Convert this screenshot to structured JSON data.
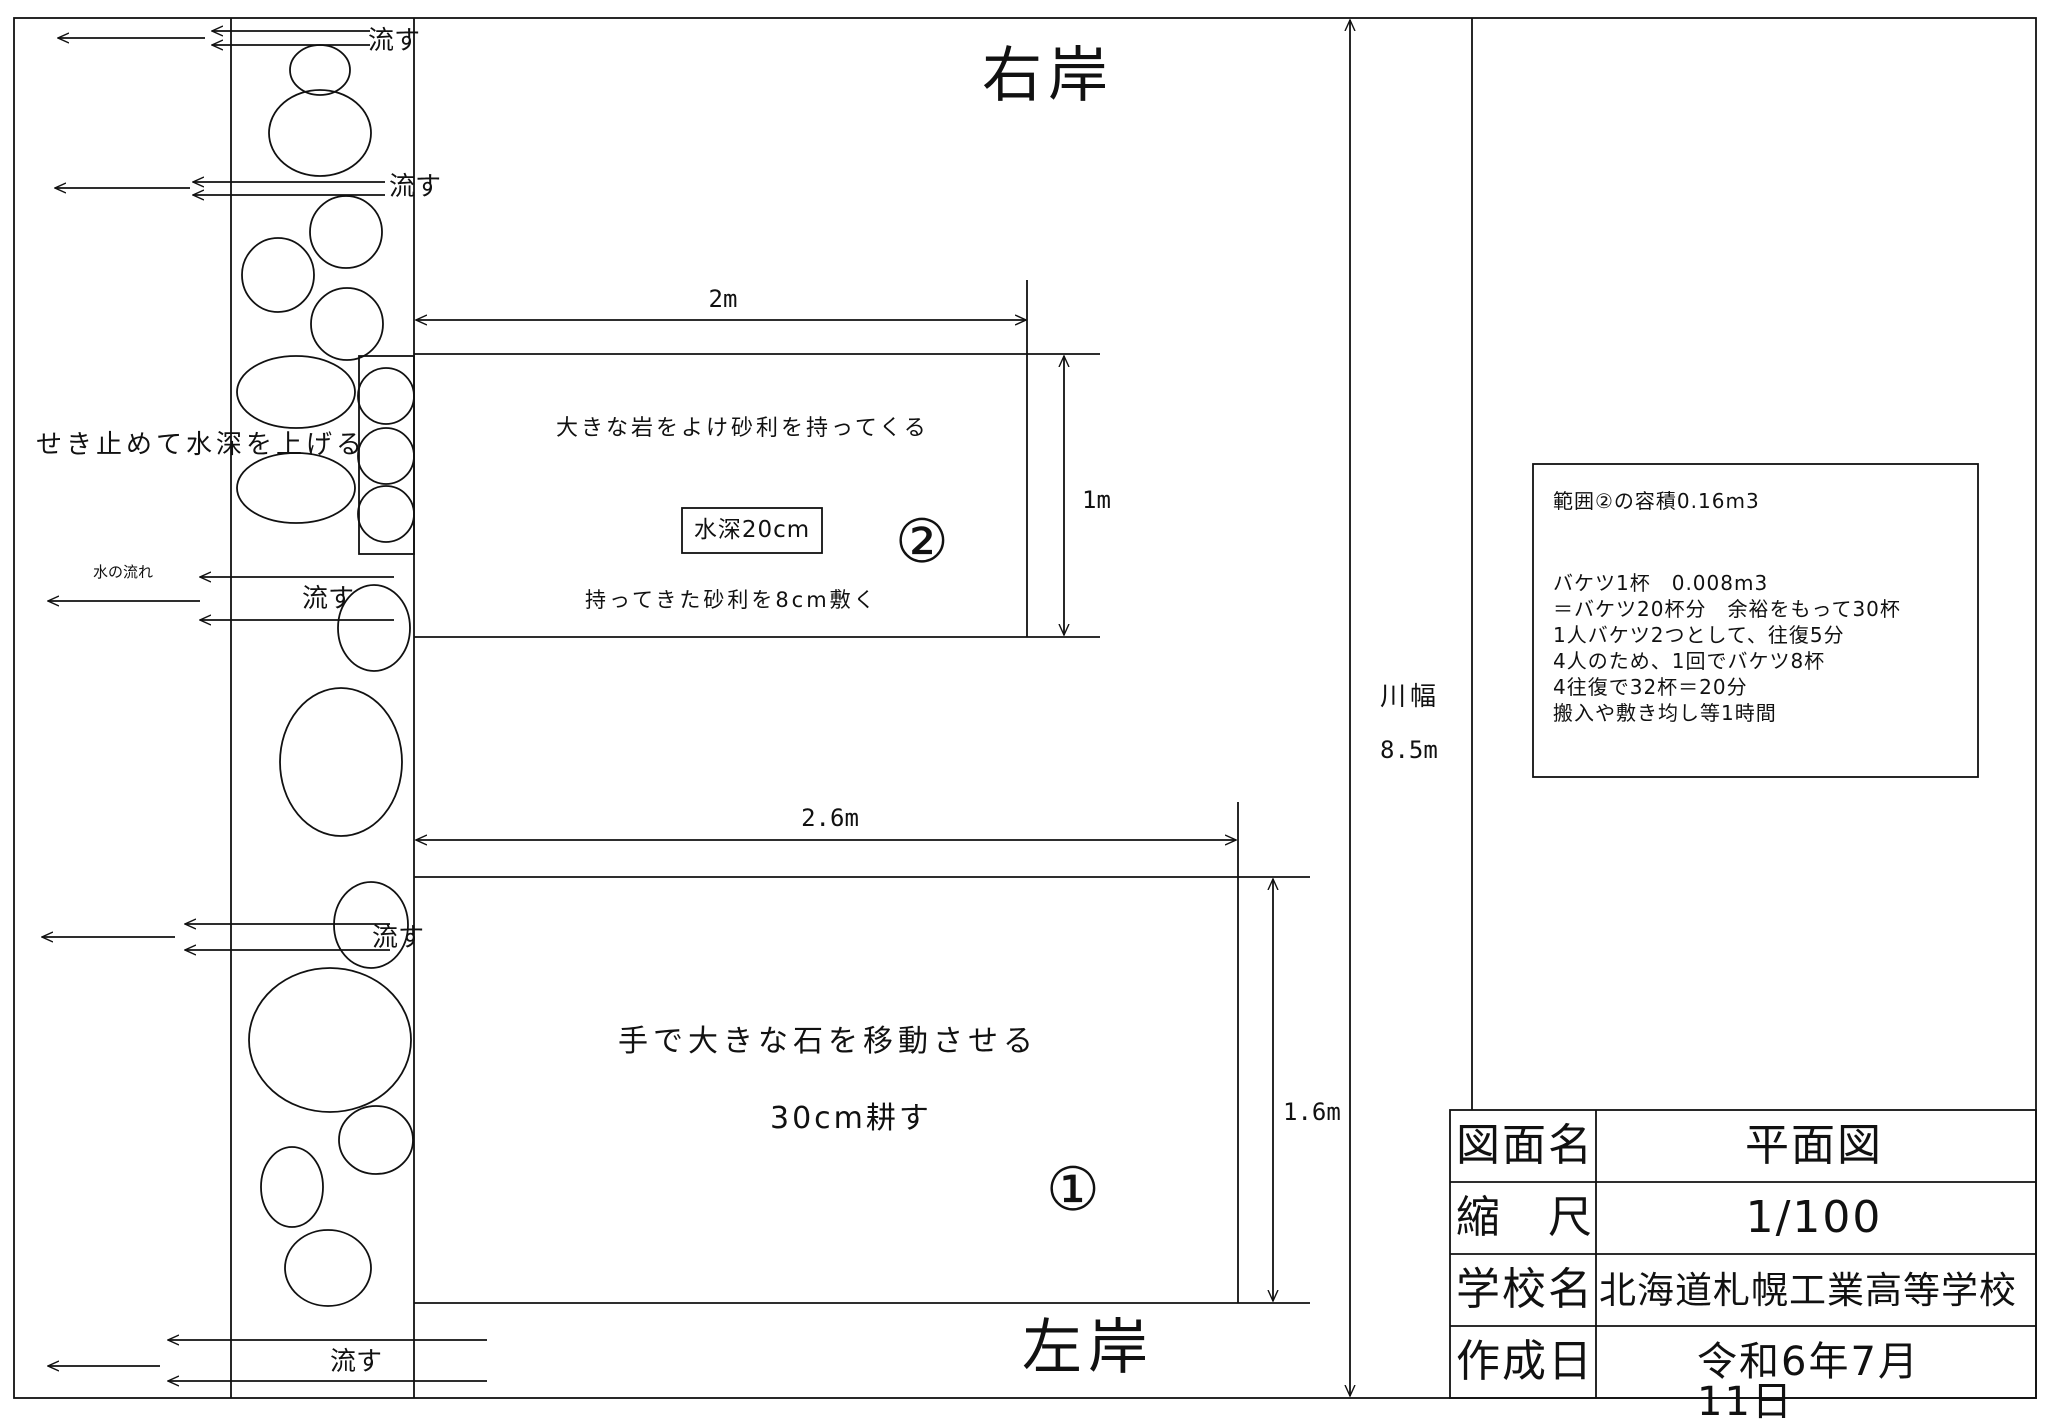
{
  "banks": {
    "right": "右岸",
    "left": "左岸"
  },
  "flow": {
    "release": "流す",
    "water_flow": "水の流れ",
    "dam_note": "せき止めて水深を上げる"
  },
  "area2": {
    "instruction": "大きな岩をよけ砂利を持ってくる",
    "depth_box": "水深20cm",
    "gravel": "持ってきた砂利を8cm敷く",
    "number": "②",
    "width": "2m",
    "height": "1m"
  },
  "area1": {
    "instruction": "手で大きな石を移動させる",
    "till": "30cm耕す",
    "number": "①",
    "width": "2.6m",
    "height": "1.6m"
  },
  "river_width": {
    "label": "川幅",
    "value": "8.5m"
  },
  "calc": {
    "lines": [
      "範囲②の容積0.16m3",
      "バケツ1杯　0.008m3",
      "＝バケツ20杯分　余裕をもって30杯",
      "1人バケツ2つとして、往復5分",
      "4人のため、1回でバケツ8杯",
      "4往復で32杯＝20分",
      "搬入や敷き均し等1時間"
    ]
  },
  "title_block": {
    "rows": [
      {
        "key": "図面名",
        "value": "平面図"
      },
      {
        "key": "縮　尺",
        "value": "1/100"
      },
      {
        "key": "学校名",
        "value": "北海道札幌工業高等学校"
      },
      {
        "key": "作成日",
        "value": "令和6年7月11日"
      }
    ]
  }
}
